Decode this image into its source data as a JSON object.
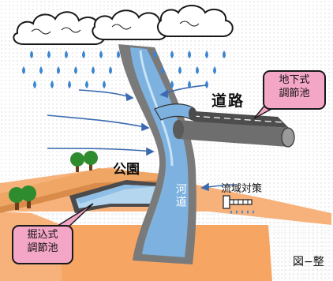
{
  "labels": {
    "road": "道路",
    "park": "公園",
    "river": "河道",
    "basin_measures": "流域対策",
    "figure": "図−整"
  },
  "callouts": {
    "underground": {
      "line1": "地下式",
      "line2": "調節池"
    },
    "excavated": {
      "line1": "掘込式",
      "line2": "調節池"
    }
  },
  "colors": {
    "water": "#5b9bd5",
    "river": "#7db2e0",
    "ground": "#f6b078",
    "park_surface": "#e8a35f",
    "callout": "#f4a6c6",
    "tree": "#2e8b2e"
  }
}
